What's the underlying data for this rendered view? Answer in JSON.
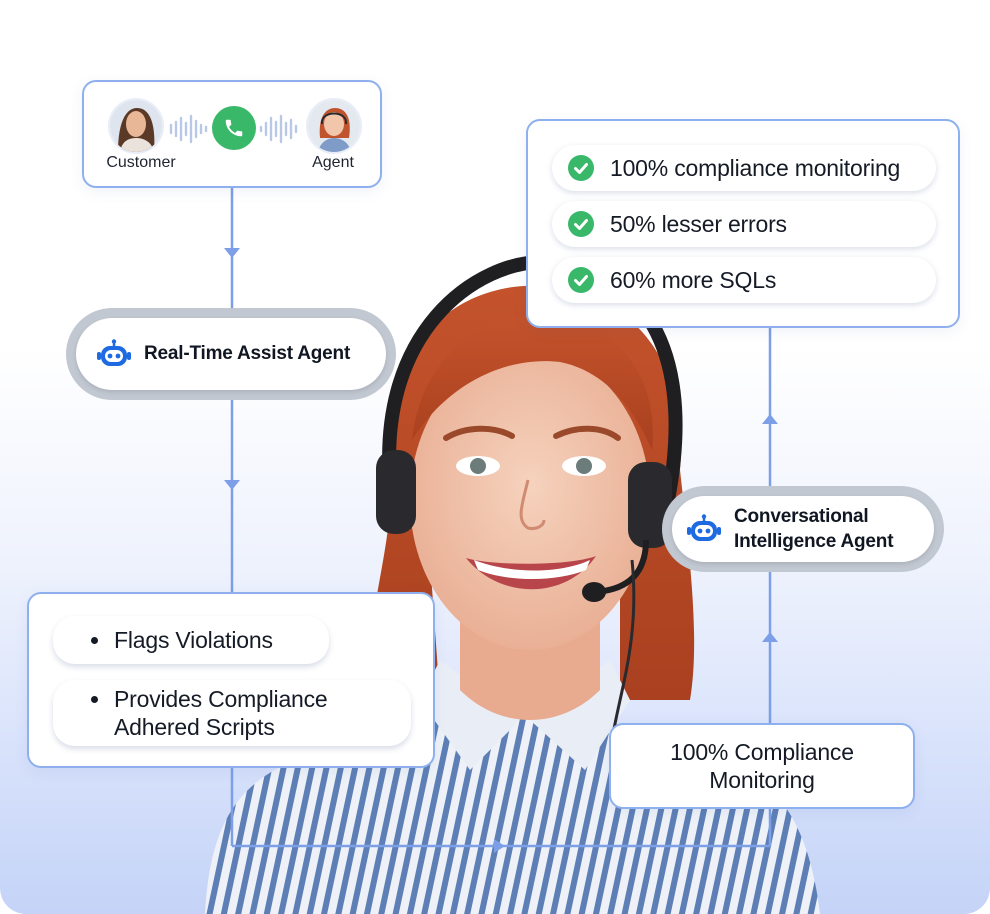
{
  "call": {
    "customer_label": "Customer",
    "agent_label": "Agent",
    "customer_avatar_icon": "customer-avatar-icon",
    "agent_avatar_icon": "agent-avatar-icon",
    "call_icon": "phone-icon",
    "wave_icon": "sound-wave-icon"
  },
  "agents": {
    "realtime_label": "Real-Time Assist Agent",
    "conversational_line1": "Conversational",
    "conversational_line2": "Intelligence Agent",
    "icon": "robot-icon"
  },
  "stats": [
    {
      "label": "100% compliance monitoring",
      "icon": "check-circle-icon"
    },
    {
      "label": "50% lesser errors",
      "icon": "check-circle-icon"
    },
    {
      "label": "60% more SQLs",
      "icon": "check-circle-icon"
    }
  ],
  "flags": {
    "item1": "Flags Violations",
    "item2_line1": "Provides Compliance",
    "item2_line2": "Adhered Scripts"
  },
  "monitoring": {
    "line1": "100% Compliance",
    "line2": "Monitoring"
  },
  "colors": {
    "card_border": "#8fb0ee",
    "connector": "#7d9fe8",
    "check_green": "#3ab86a",
    "call_green": "#3ab86a",
    "robot_blue": "#1e6ae0",
    "background_bottom": "#c4d3f7"
  }
}
